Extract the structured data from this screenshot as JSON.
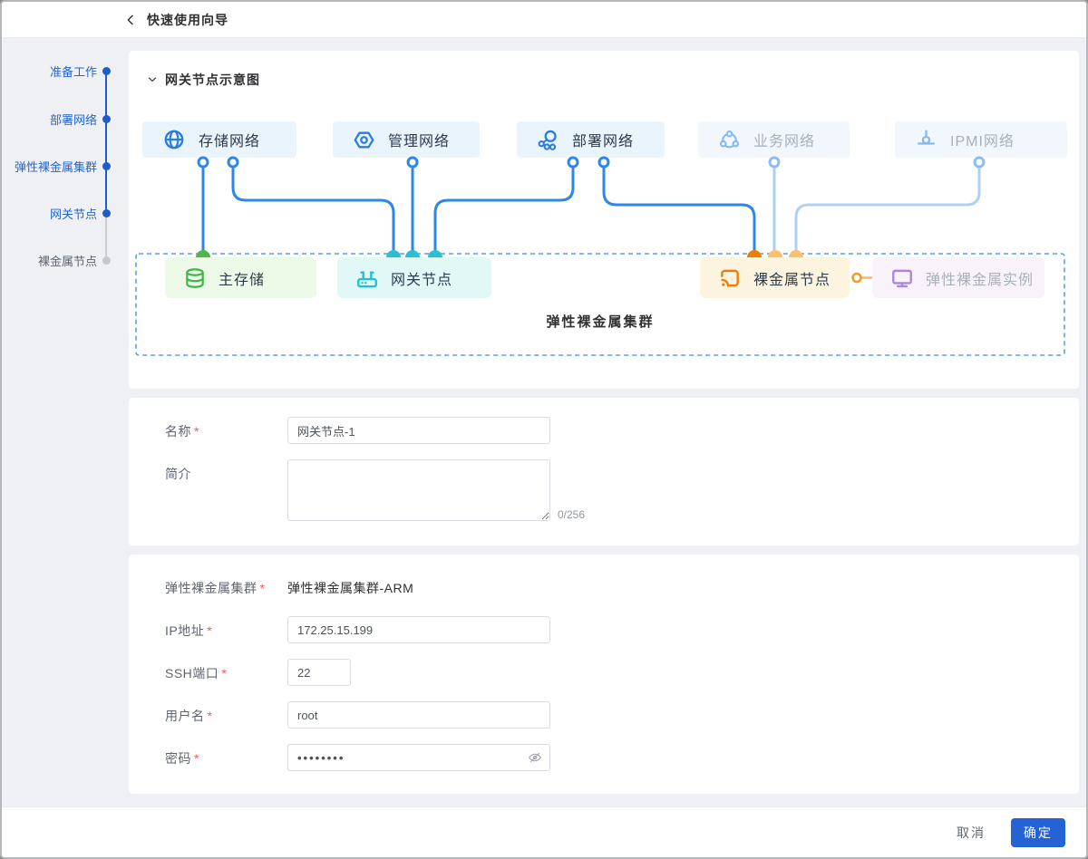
{
  "header": {
    "title": "快速使用向导"
  },
  "ui": {
    "required_mark": "*"
  },
  "wizard_steps": {
    "items": [
      {
        "label": "准备工作",
        "state": "done"
      },
      {
        "label": "部署网络",
        "state": "done"
      },
      {
        "label": "弹性裸金属集群",
        "state": "done"
      },
      {
        "label": "网关节点",
        "state": "current"
      },
      {
        "label": "裸金属节点",
        "state": "pending"
      }
    ]
  },
  "diagram": {
    "section_title": "网关节点示意图",
    "cluster_label": "弹性裸金属集群",
    "networks": [
      {
        "label": "存储网络",
        "icon": "globe-icon",
        "active": true
      },
      {
        "label": "管理网络",
        "icon": "hexagon-gear-icon",
        "active": true
      },
      {
        "label": "部署网络",
        "icon": "cluster-nodes-icon",
        "active": true
      },
      {
        "label": "业务网络",
        "icon": "cloud-nodes-icon",
        "active": false
      },
      {
        "label": "IPMI网络",
        "icon": "probe-icon",
        "active": false
      }
    ],
    "nodes": [
      {
        "label": "主存储",
        "icon": "database-icon",
        "theme": "green"
      },
      {
        "label": "网关节点",
        "icon": "router-icon",
        "theme": "cyan"
      },
      {
        "label": "裸金属节点",
        "icon": "cast-icon",
        "theme": "orange"
      },
      {
        "label": "弹性裸金属实例",
        "icon": "monitor-icon",
        "theme": "purple"
      }
    ]
  },
  "form_basic": {
    "name": {
      "label": "名称",
      "value": "网关节点-1"
    },
    "description": {
      "label": "简介",
      "value": "",
      "counter": "0/256"
    }
  },
  "form_connection": {
    "cluster": {
      "label": "弹性裸金属集群",
      "value": "弹性裸金属集群-ARM"
    },
    "ip": {
      "label": "IP地址",
      "value": "172.25.15.199"
    },
    "ssh_port": {
      "label": "SSH端口",
      "value": "22"
    },
    "username": {
      "label": "用户名",
      "value": "root"
    },
    "password": {
      "label": "密码",
      "value": "••••••••"
    }
  },
  "footer": {
    "cancel_label": "取消",
    "confirm_label": "确定"
  },
  "colors": {
    "primary": "#2563d4",
    "step_blue": "#1f5bce",
    "line_blue": "#2e86e8",
    "line_light_blue": "#aed0f2",
    "green": "#3fb547",
    "cyan": "#20c2d6",
    "orange": "#f07c00",
    "orange_light": "#ffbe69",
    "purple": "#ad85e0",
    "dashed_border": "#55a0e8",
    "box_active_bg": "#e9f4fd",
    "box_inactive_bg": "#f1f7fd"
  }
}
